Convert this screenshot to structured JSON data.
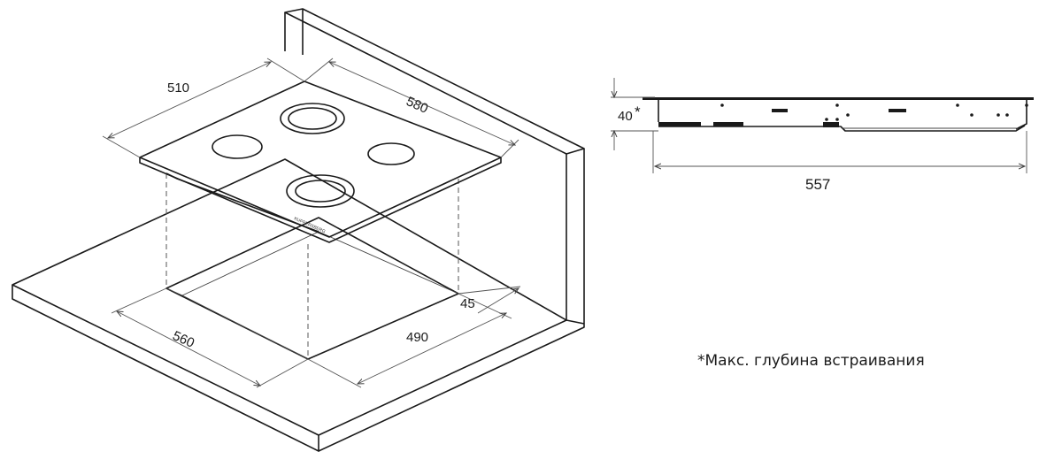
{
  "dimensions": {
    "hob_depth": "510",
    "hob_width": "580",
    "cutout_width": "560",
    "cutout_depth": "490",
    "min_edge_distance": "45",
    "install_depth": "40",
    "install_depth_mark": "*",
    "side_view_width": "557"
  },
  "brand_label": "KUPPERSBERG",
  "note": "*Макс. глубина встраивания"
}
